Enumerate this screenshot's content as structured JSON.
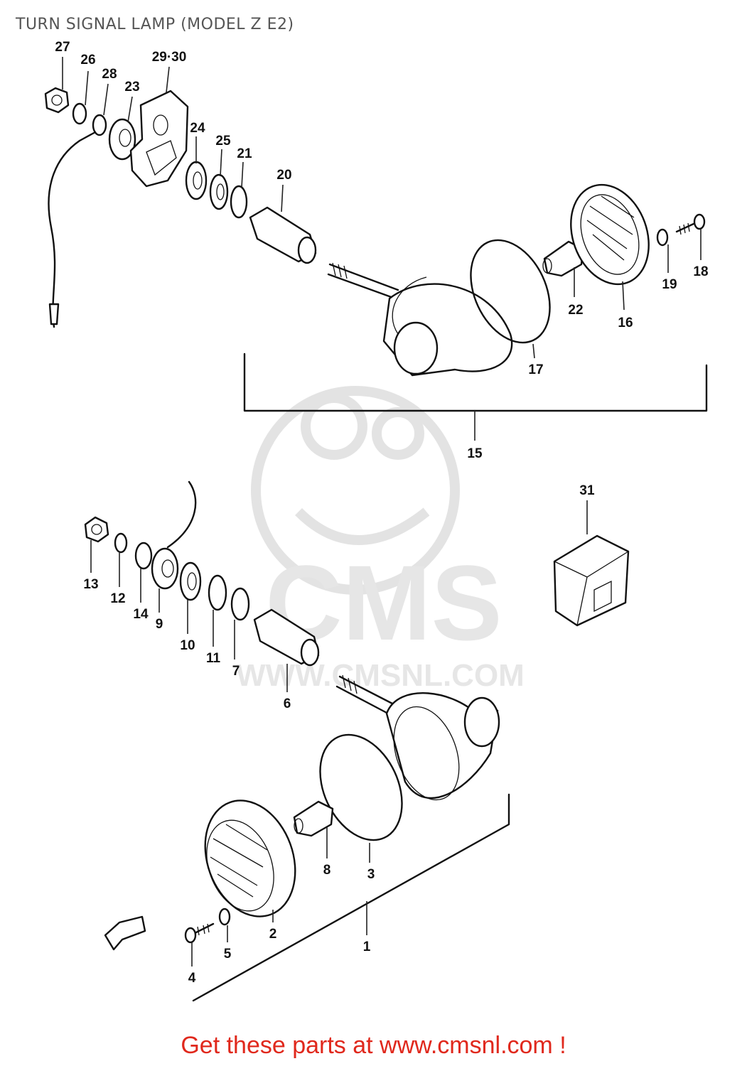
{
  "title": "TURN SIGNAL LAMP (MODEL Z E2)",
  "footer": "Get these parts at www.cmsnl.com !",
  "watermark": {
    "logo": "CMS",
    "url": "WWW.CMSNL.COM"
  },
  "callouts": {
    "c1": "1",
    "c2": "2",
    "c3": "3",
    "c4": "4",
    "c5": "5",
    "c6": "6",
    "c7": "7",
    "c8": "8",
    "c9": "9",
    "c10": "10",
    "c11": "11",
    "c12": "12",
    "c13": "13",
    "c14": "14",
    "c15": "15",
    "c16": "16",
    "c17": "17",
    "c18": "18",
    "c19": "19",
    "c20": "20",
    "c21": "21",
    "c22": "22",
    "c23": "23",
    "c24": "24",
    "c25": "25",
    "c26": "26",
    "c27": "27",
    "c28": "28",
    "c29_30": "29·30",
    "c31": "31"
  },
  "colors": {
    "footer": "#e0281c",
    "title": "#555555",
    "line": "#111111",
    "watermark": "#e6e6e6"
  }
}
